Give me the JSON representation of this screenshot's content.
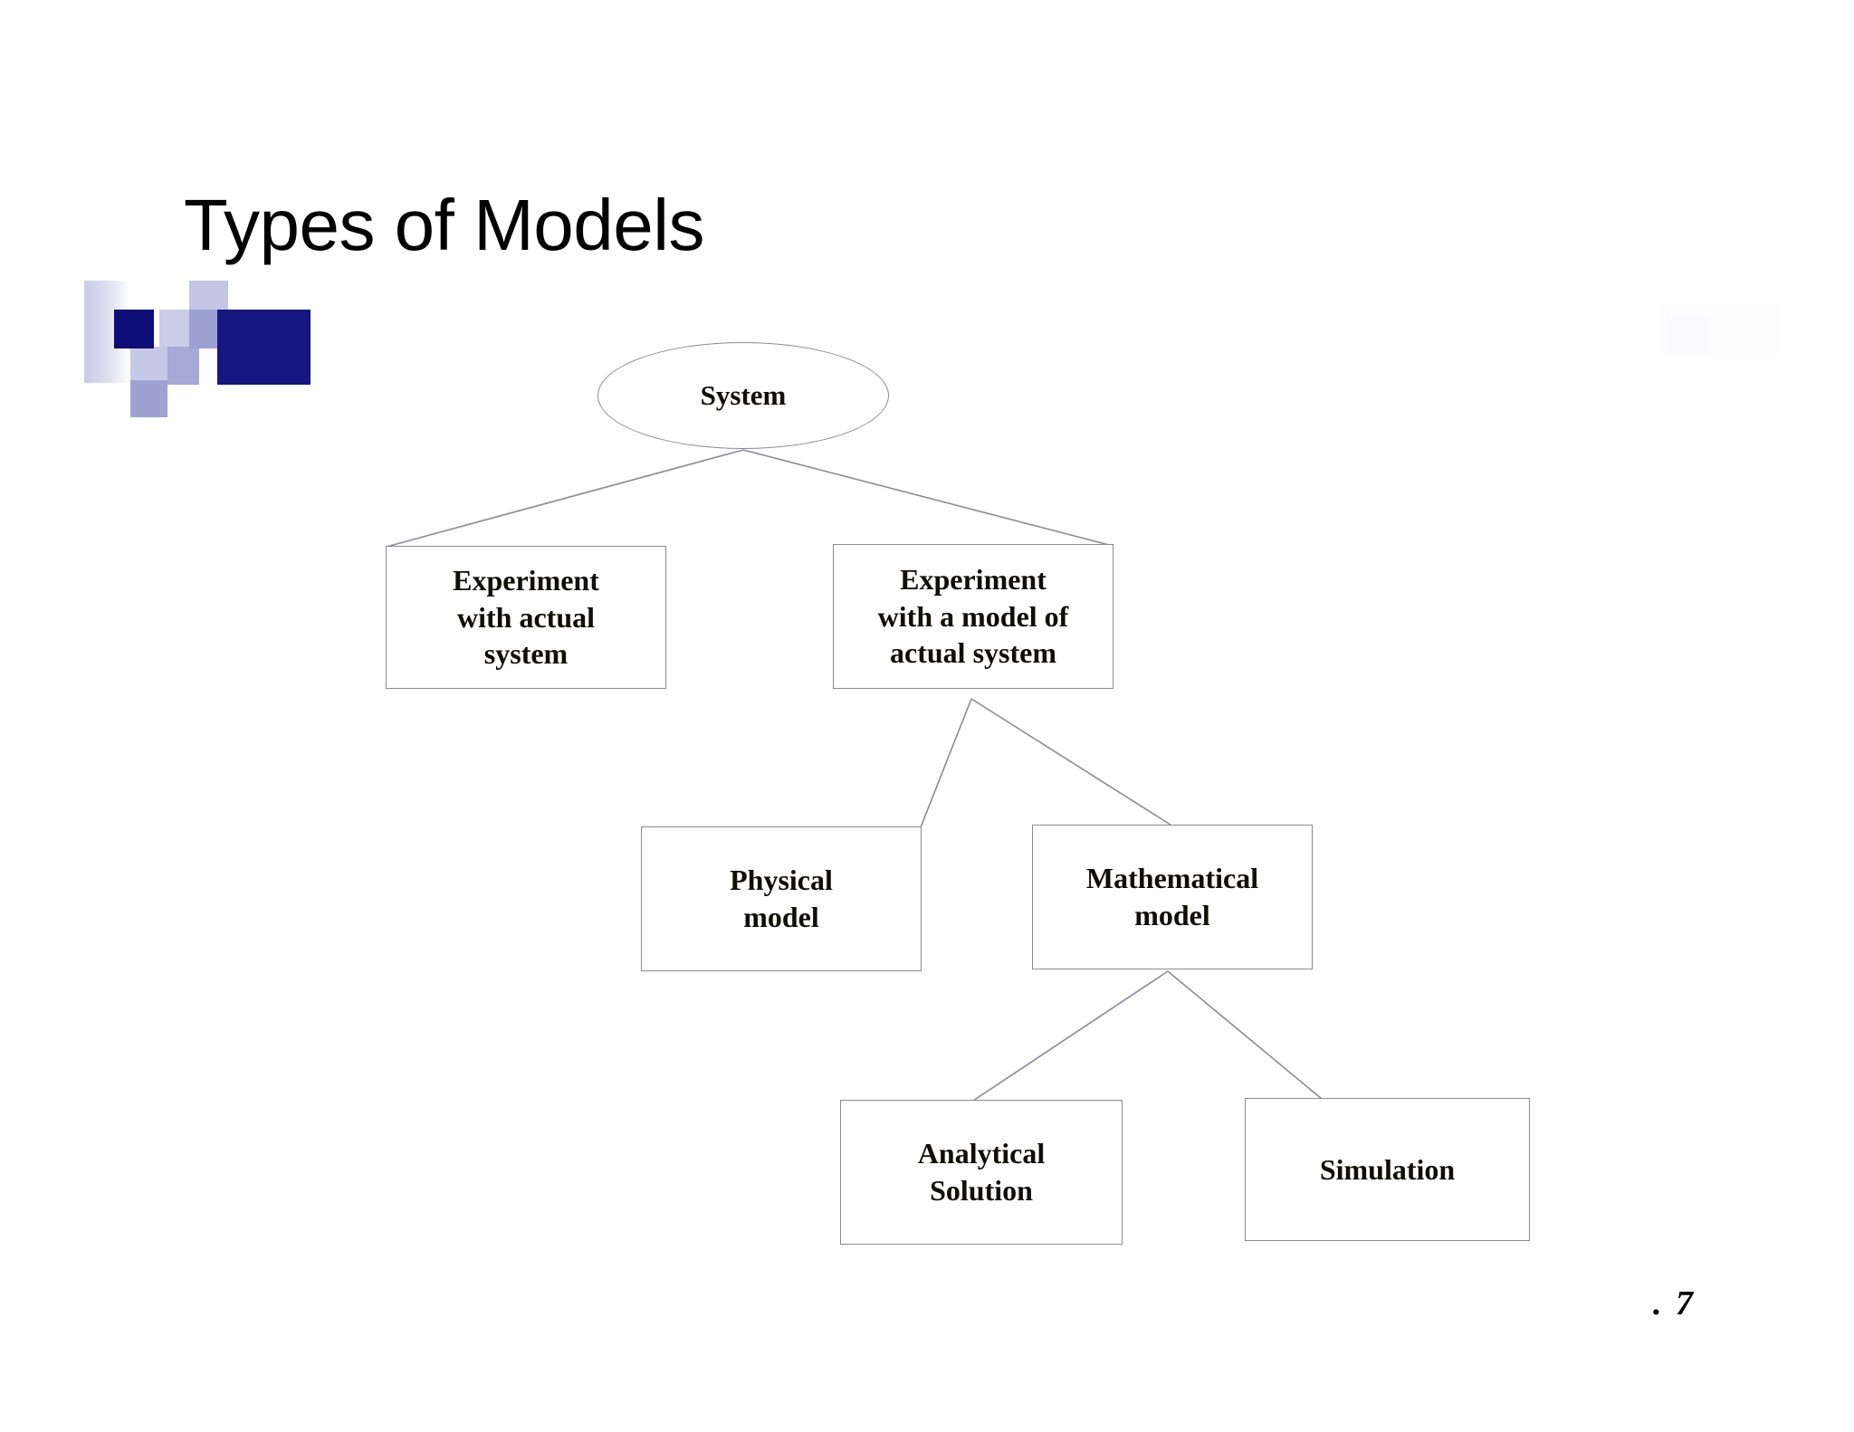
{
  "slide": {
    "title": "Types of Models",
    "page_number": ". 7",
    "background_color": "#ffffff"
  },
  "logo": {
    "name": "decorative-squares-motif",
    "navy": "#161680",
    "navy_dark": "#0d0d78",
    "lavender": "#c6c9e6",
    "lavender_mid": "#9ca1d1"
  },
  "diagram": {
    "type": "tree",
    "nodes": [
      {
        "id": "system",
        "label": "System",
        "shape": "ellipse",
        "level": 0
      },
      {
        "id": "exp-actual",
        "label": "Experiment\nwith actual\nsystem",
        "shape": "rectangle",
        "level": 1
      },
      {
        "id": "exp-model",
        "label": "Experiment\nwith a model of\nactual system",
        "shape": "rectangle",
        "level": 1
      },
      {
        "id": "physical",
        "label": "Physical\nmodel",
        "shape": "rectangle",
        "level": 2
      },
      {
        "id": "math",
        "label": "Mathematical\nmodel",
        "shape": "rectangle",
        "level": 2
      },
      {
        "id": "analytical",
        "label": "Analytical\nSolution",
        "shape": "rectangle",
        "level": 3
      },
      {
        "id": "simulation",
        "label": "Simulation",
        "shape": "rectangle",
        "level": 3
      }
    ],
    "edges": [
      {
        "from": "system",
        "to": "exp-actual"
      },
      {
        "from": "system",
        "to": "exp-model"
      },
      {
        "from": "exp-model",
        "to": "physical"
      },
      {
        "from": "exp-model",
        "to": "math"
      },
      {
        "from": "math",
        "to": "analytical"
      },
      {
        "from": "math",
        "to": "simulation"
      }
    ],
    "line_color": "#8a8a96",
    "border_color": "#8a8a96",
    "text_color": "#110d07"
  }
}
